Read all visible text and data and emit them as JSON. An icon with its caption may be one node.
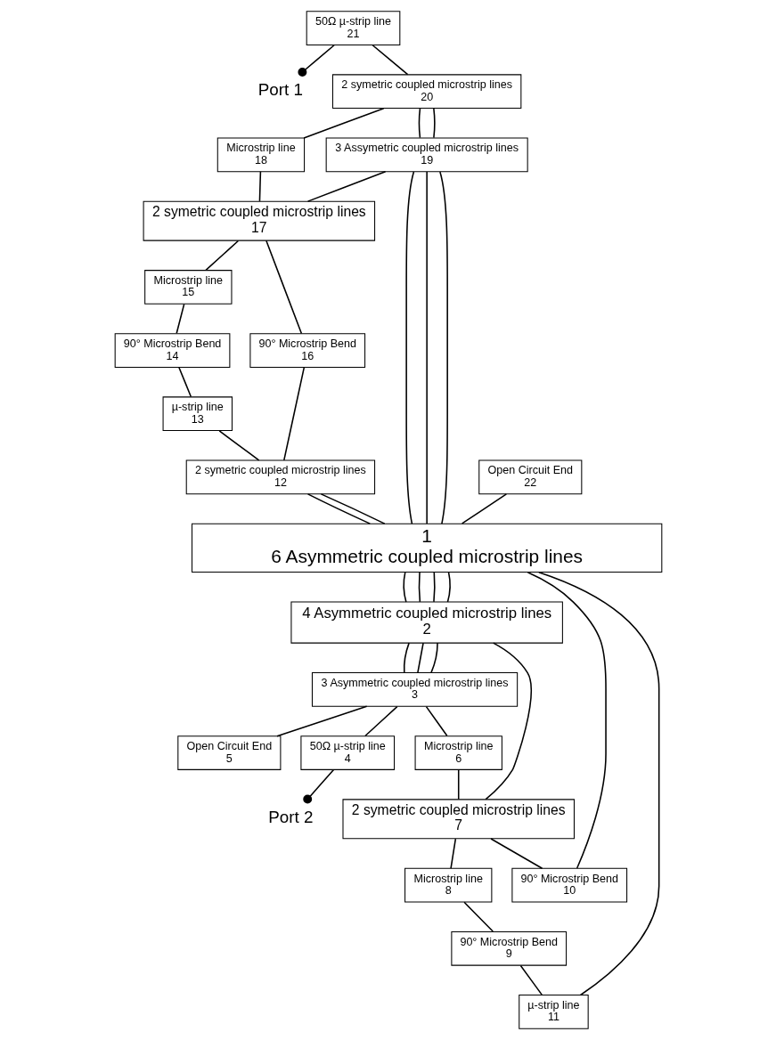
{
  "diagram": {
    "nodes": [
      {
        "text": [
          "Port 1"
        ]
      },
      {
        "text": [
          "50Ω µ-strip line",
          "21"
        ]
      },
      {
        "text": [
          "2 symetric coupled microstrip lines",
          "20"
        ]
      },
      {
        "text": [
          "Microstrip line",
          "18"
        ]
      },
      {
        "text": [
          "2 symetric coupled microstrip lines",
          "17"
        ]
      },
      {
        "text": [
          "Microstrip line",
          "15"
        ]
      },
      {
        "text": [
          "90° Microstrip Bend",
          "14"
        ]
      },
      {
        "text": [
          "3 Assymetric coupled microstrip lines",
          "19"
        ]
      },
      {
        "text": [
          "90° Microstrip Bend",
          "16"
        ]
      },
      {
        "text": [
          "µ-strip line",
          "13"
        ]
      },
      {
        "text": [
          "Open Circuit End",
          "22"
        ]
      },
      {
        "text": [
          "2 symetric coupled microstrip lines",
          "12"
        ]
      },
      {
        "text": [
          "1",
          "6 Asymmetric coupled microstrip lines"
        ]
      },
      {
        "text": [
          "4 Asymmetric coupled microstrip lines",
          "2"
        ]
      },
      {
        "text": [
          "3 Asymmetric coupled microstrip lines",
          "3"
        ]
      },
      {
        "text": [
          "µ-strip line",
          "11"
        ]
      },
      {
        "text": [
          "90° Microstrip Bend",
          "10"
        ]
      },
      {
        "text": [
          "Open Circuit End",
          "5"
        ]
      },
      {
        "text": [
          "2 symetric coupled microstrip lines",
          "7"
        ]
      },
      {
        "text": [
          "90° Microstrip Bend",
          "9"
        ]
      },
      {
        "text": [
          "50Ω µ-strip line",
          "4"
        ]
      },
      {
        "text": [
          "Microstrip line",
          "6"
        ]
      },
      {
        "text": [
          "Microstrip line",
          "8"
        ]
      },
      {
        "text": [
          "Port 2"
        ]
      }
    ],
    "edges": [
      {
        "from": 1,
        "to": 0,
        "arrow": "other"
      },
      {
        "from": 1,
        "to": 2,
        "arrow": "none"
      },
      {
        "from": 2,
        "to": 3,
        "arrow": "none"
      },
      {
        "from": 3,
        "to": 4,
        "arrow": "none"
      },
      {
        "from": 4,
        "to": 5,
        "arrow": "none"
      },
      {
        "from": 5,
        "to": 6,
        "arrow": "none"
      },
      {
        "from": 6,
        "to": 9,
        "arrow": "none"
      },
      {
        "from": 2,
        "to": 7,
        "arrow": "none"
      },
      {
        "from": 2,
        "to": 7,
        "arrow": "none"
      },
      {
        "from": 7,
        "to": 4,
        "arrow": "none"
      },
      {
        "from": 4,
        "to": 8,
        "arrow": "none"
      },
      {
        "from": 8,
        "to": 11,
        "arrow": "none"
      },
      {
        "from": 9,
        "to": 11,
        "arrow": "none"
      },
      {
        "from": 7,
        "to": 12,
        "arrow": "none"
      },
      {
        "from": 7,
        "to": 12,
        "arrow": "none"
      },
      {
        "from": 7,
        "to": 12,
        "arrow": "none"
      },
      {
        "from": 10,
        "to": 12,
        "arrow": "none"
      },
      {
        "from": 11,
        "to": 12,
        "arrow": "none"
      },
      {
        "from": 11,
        "to": 12,
        "arrow": "none"
      },
      {
        "from": 12,
        "to": 13,
        "arrow": "none"
      },
      {
        "from": 12,
        "to": 13,
        "arrow": "none"
      },
      {
        "from": 12,
        "to": 13,
        "arrow": "none"
      },
      {
        "from": 12,
        "to": 13,
        "arrow": "none"
      },
      {
        "from": 12,
        "to": 16,
        "arrow": "none"
      },
      {
        "from": 12,
        "to": 15,
        "arrow": "none"
      },
      {
        "from": 13,
        "to": 14,
        "arrow": "none"
      },
      {
        "from": 13,
        "to": 14,
        "arrow": "none"
      },
      {
        "from": 13,
        "to": 14,
        "arrow": "none"
      },
      {
        "from": 13,
        "to": 18,
        "arrow": "none"
      },
      {
        "from": 14,
        "to": 20,
        "arrow": "none"
      },
      {
        "from": 14,
        "to": 17,
        "arrow": "none"
      },
      {
        "from": 14,
        "to": 21,
        "arrow": "none"
      },
      {
        "from": 21,
        "to": 18,
        "arrow": "none"
      },
      {
        "from": 18,
        "to": 16,
        "arrow": "none"
      },
      {
        "from": 18,
        "to": 22,
        "arrow": "none"
      },
      {
        "from": 22,
        "to": 19,
        "arrow": "none"
      },
      {
        "from": 19,
        "to": 15,
        "arrow": "none"
      },
      {
        "from": 20,
        "to": 23,
        "arrow": "other"
      }
    ]
  }
}
